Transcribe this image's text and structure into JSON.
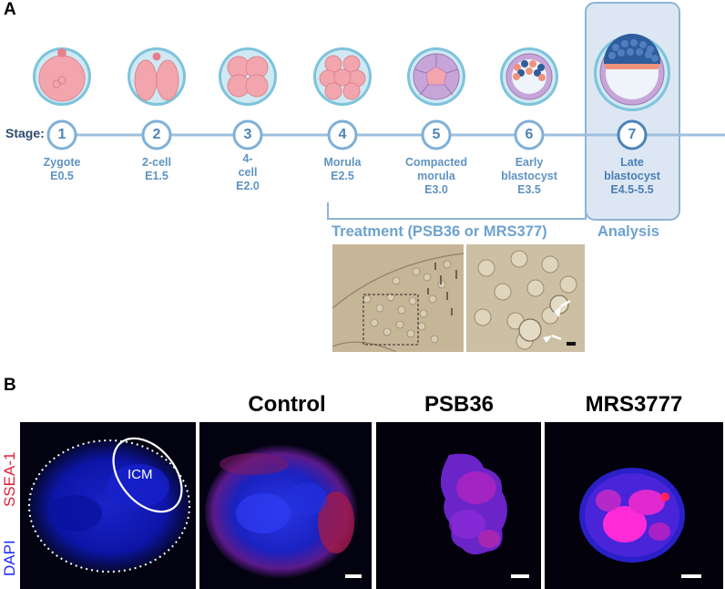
{
  "panelA": {
    "letter": "A",
    "stage_title": "Stage:",
    "stages": [
      {
        "num": "1",
        "name": "Zygote",
        "day": "E0.5"
      },
      {
        "num": "2",
        "name": "2-cell",
        "day": "E1.5"
      },
      {
        "num": "3",
        "name": "4-",
        "name2": "cell",
        "day": "E2.0"
      },
      {
        "num": "4",
        "name": "Morula",
        "day": "E2.5"
      },
      {
        "num": "5",
        "name": "Compacted",
        "name2": "morula",
        "day": "E3.0"
      },
      {
        "num": "6",
        "name": "Early",
        "name2": "blastocyst",
        "day": "E3.5"
      },
      {
        "num": "7",
        "name": "Late",
        "name2": "blastocyst",
        "day": "E4.5-5.5"
      }
    ],
    "treatment_label": "Treatment (PSB36 or MRS377)",
    "analysis_label": "Analysis"
  },
  "panelB": {
    "letter": "B",
    "columns": [
      "Control",
      "PSB36",
      "MRS3777"
    ],
    "icm_label": "ICM",
    "ylabel_red": "SSEA-1",
    "ylabel_blue": "DAPI"
  },
  "colors": {
    "stage_blue": "#5f93c2",
    "line_blue": "#9ec0de",
    "embryo_pink": "#f2a5ad",
    "zona_blue": "#7dc3dc",
    "dapi_blue": "#1d2cff",
    "ssea_red": "#e21e3c"
  }
}
